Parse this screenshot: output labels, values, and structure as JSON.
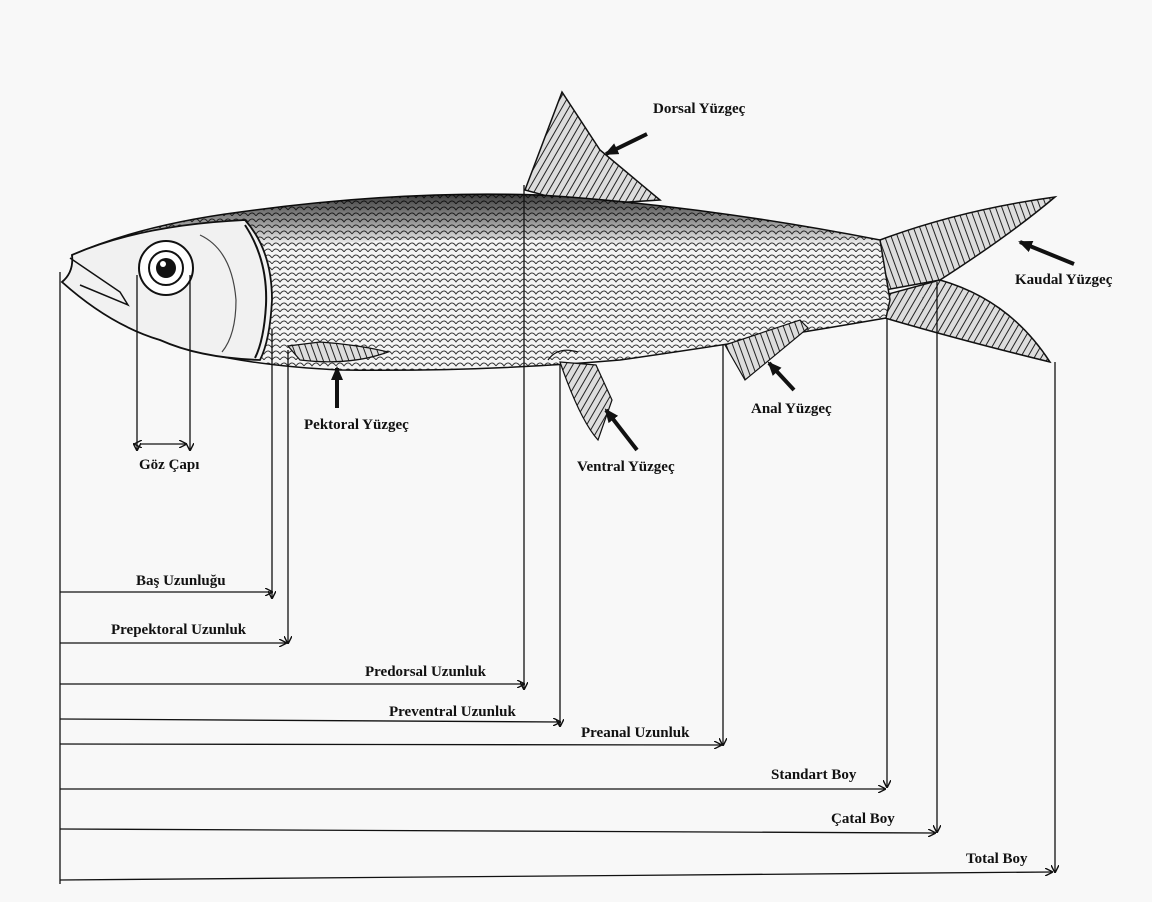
{
  "diagram": {
    "fins": {
      "dorsal": "Dorsal Yüzgeç",
      "caudal": "Kaudal Yüzgeç",
      "pectoral": "Pektoral Yüzgeç",
      "ventral": "Ventral Yüzgeç",
      "anal": "Anal Yüzgeç"
    },
    "eye_diameter": "Göz Çapı",
    "measurements": {
      "head_length": "Baş Uzunluğu",
      "prepectoral_length": "Prepektoral Uzunluk",
      "predorsal_length": "Predorsal Uzunluk",
      "preventral_length": "Preventral Uzunluk",
      "preanal_length": "Preanal Uzunluk",
      "standard_length": "Standart Boy",
      "fork_length": "Çatal Boy",
      "total_length": "Total Boy"
    }
  }
}
